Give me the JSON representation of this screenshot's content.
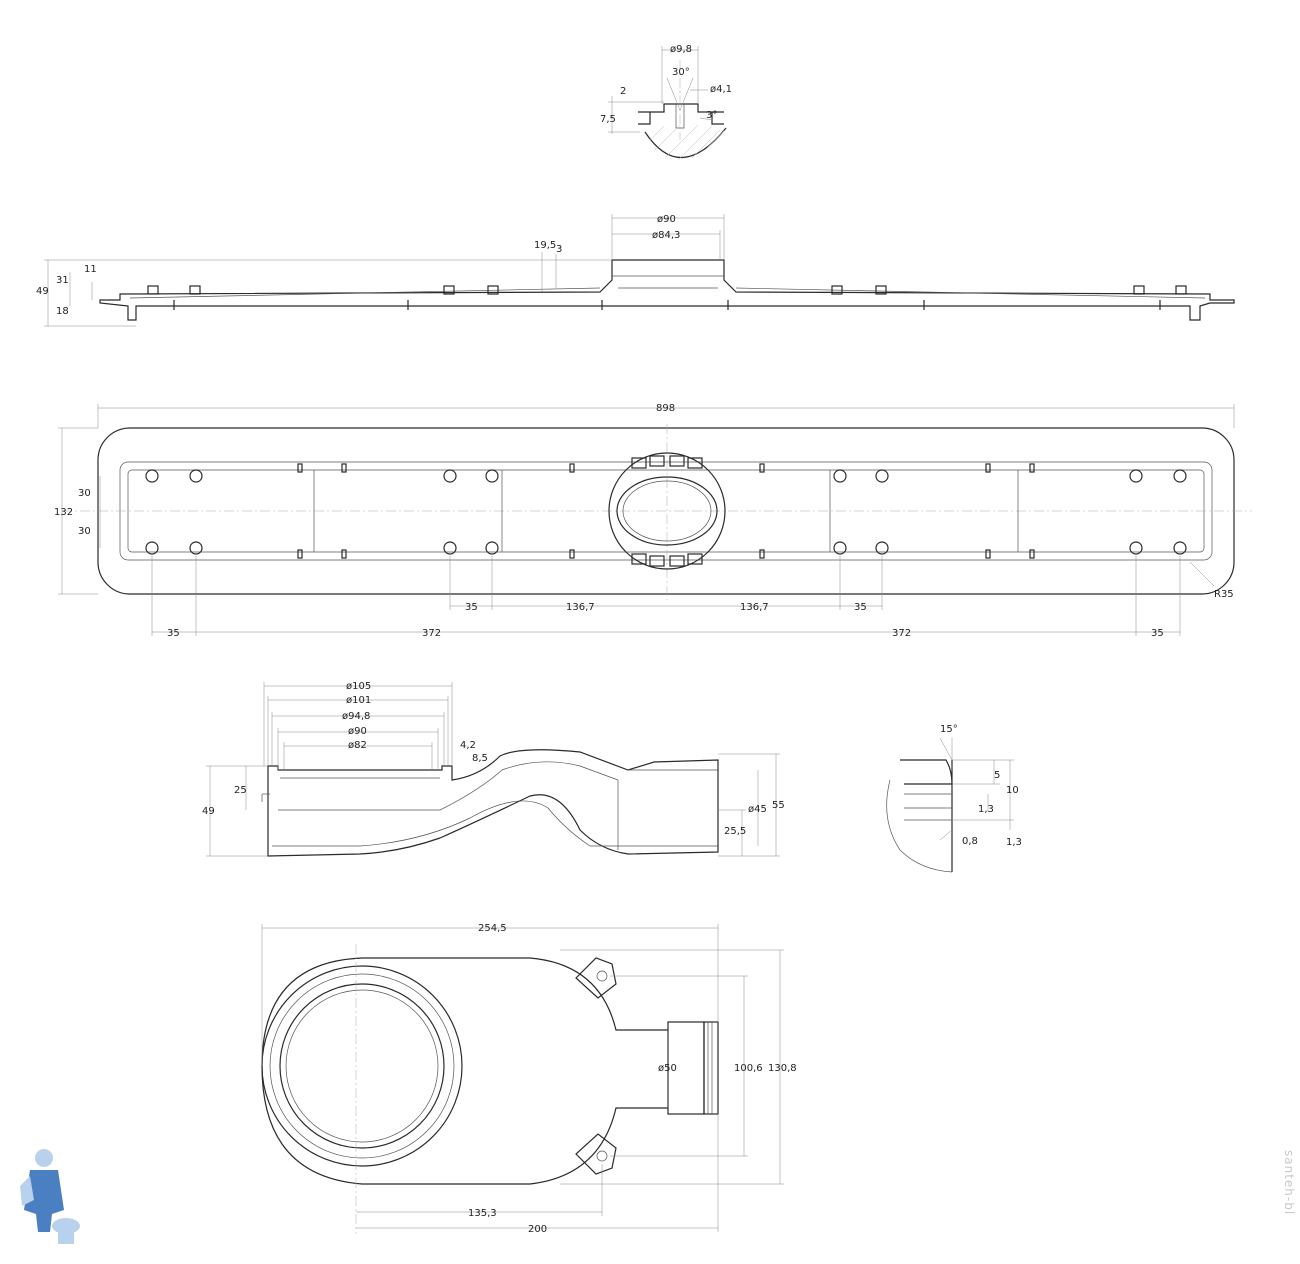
{
  "detail_top": {
    "labels": [
      "ø9,8",
      "30°",
      "ø4,1",
      "2",
      "7,5",
      "3°"
    ]
  },
  "side_view": {
    "labels": [
      "ø90",
      "ø84,3",
      "19,5",
      "3",
      "11",
      "31",
      "49",
      "18"
    ]
  },
  "plan_view": {
    "labels": [
      "898",
      "132",
      "30",
      "30",
      "R35",
      "35",
      "136,7",
      "136,7",
      "35",
      "35",
      "372",
      "372",
      "35"
    ]
  },
  "section_view": {
    "labels": [
      "ø105",
      "ø101",
      "ø94,8",
      "ø90",
      "ø82",
      "4,2",
      "8,5",
      "25",
      "49",
      "ø45",
      "55",
      "25,5"
    ]
  },
  "detail_right": {
    "labels": [
      "15°",
      "5",
      "10",
      "1,3",
      "0,8",
      "1,3"
    ]
  },
  "bottom_view": {
    "labels": [
      "254,5",
      "ø50",
      "100,6",
      "130,8",
      "135,3",
      "200"
    ]
  },
  "watermark": "santeh-bl"
}
